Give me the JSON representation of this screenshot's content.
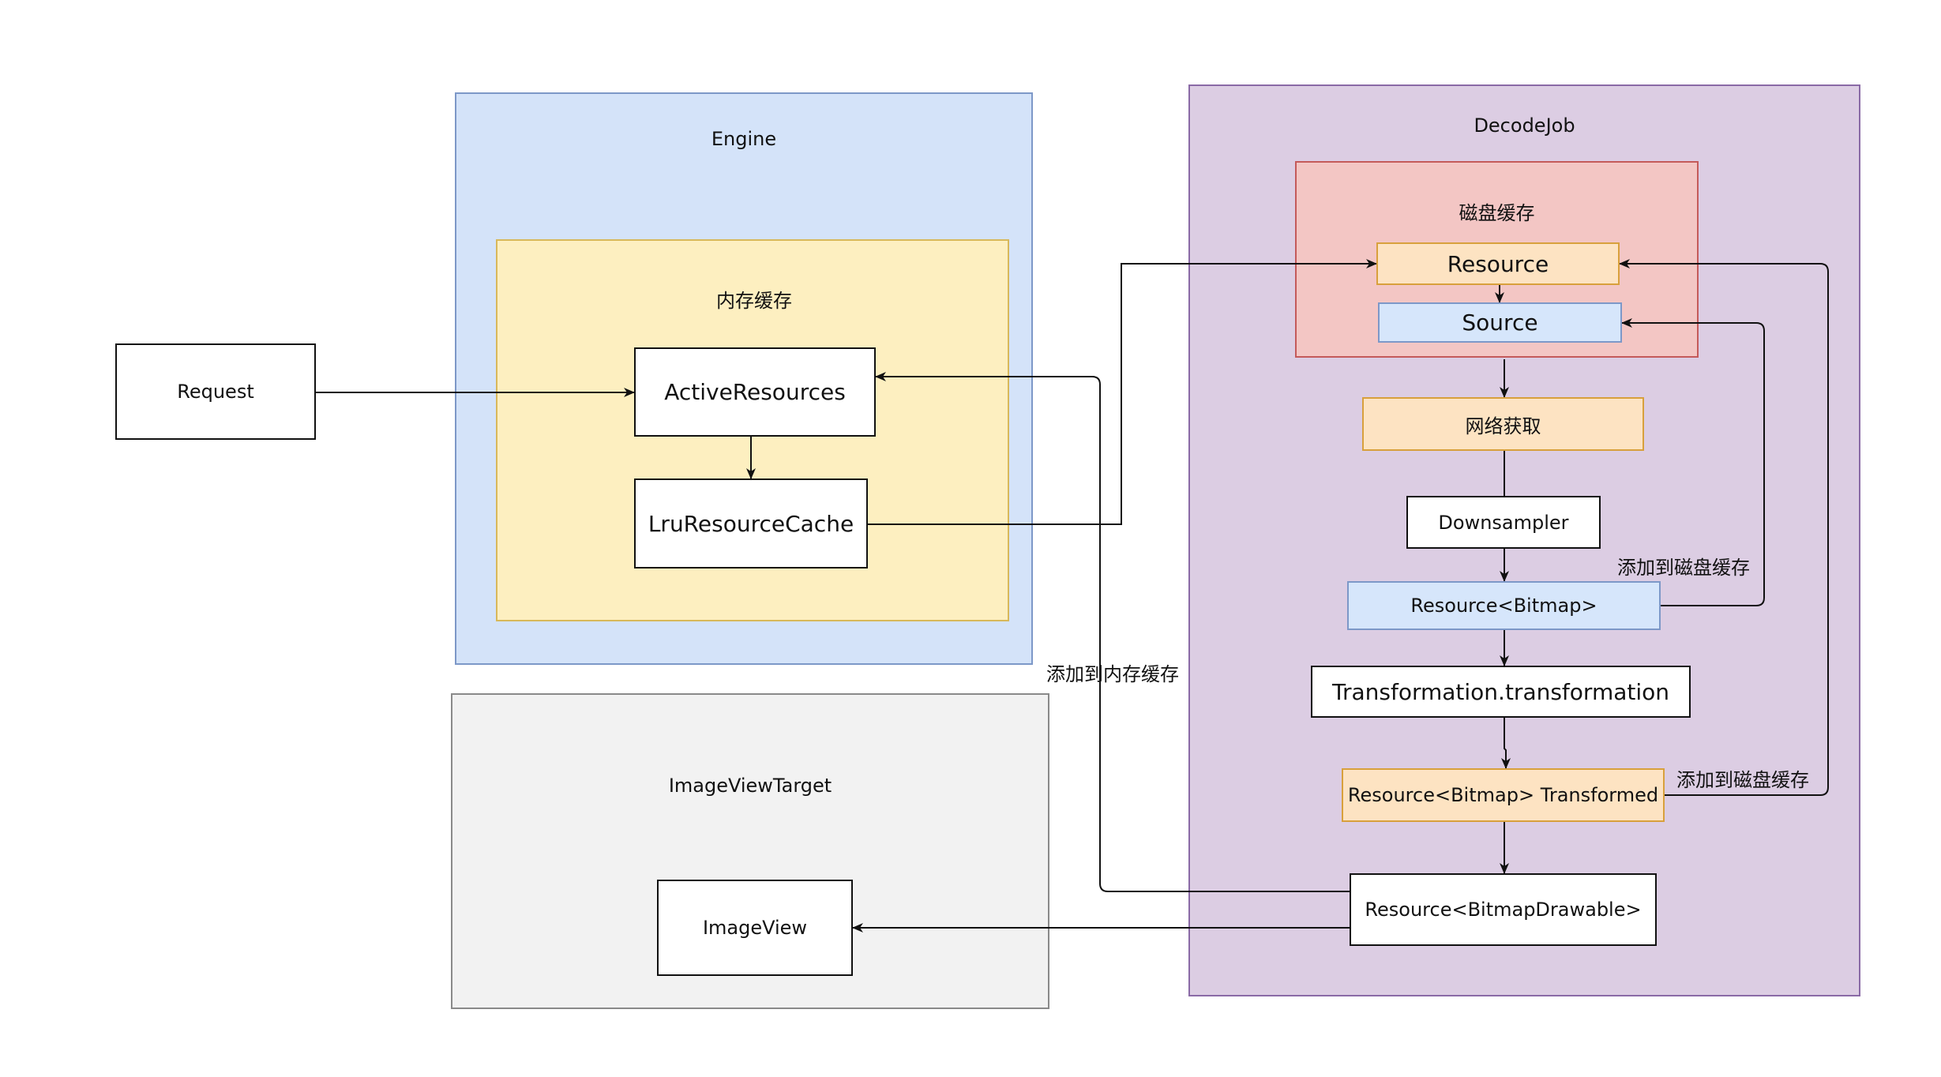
{
  "regions": {
    "engine": "Engine",
    "memory_cache": "内存缓存",
    "image_view_target": "ImageViewTarget",
    "decode_job": "DecodeJob",
    "disk_cache": "磁盘缓存"
  },
  "nodes": {
    "request": "Request",
    "active_resources": "ActiveResources",
    "lru_resource_cache": "LruResourceCache",
    "image_view": "ImageView",
    "resource": "Resource",
    "source": "Source",
    "network_fetch": "网络获取",
    "downsampler": "Downsampler",
    "resource_bitmap": "Resource<Bitmap>",
    "transformation": "Transformation.transformation",
    "resource_bitmap_transformed": "Resource<Bitmap>  Transformed",
    "resource_bitmap_drawable": "Resource<BitmapDrawable>"
  },
  "edge_labels": {
    "add_to_memory_cache": "添加到内存缓存",
    "add_to_disk_cache_1": "添加到磁盘缓存",
    "add_to_disk_cache_2": "添加到磁盘缓存"
  },
  "colors": {
    "engine_fill": "#d4e3f9",
    "engine_stroke": "#7d98c8",
    "memory_fill": "#fdefc0",
    "memory_stroke": "#d8b85a",
    "target_fill": "#f2f2f2",
    "target_stroke": "#8a8a8a",
    "decode_fill": "#dccde3",
    "decode_stroke": "#8a6aa6",
    "disk_fill": "#f3c6c4",
    "disk_stroke": "#c45a5a",
    "orange_node": "#fde3c2",
    "blue_node": "#d6e6fb"
  }
}
